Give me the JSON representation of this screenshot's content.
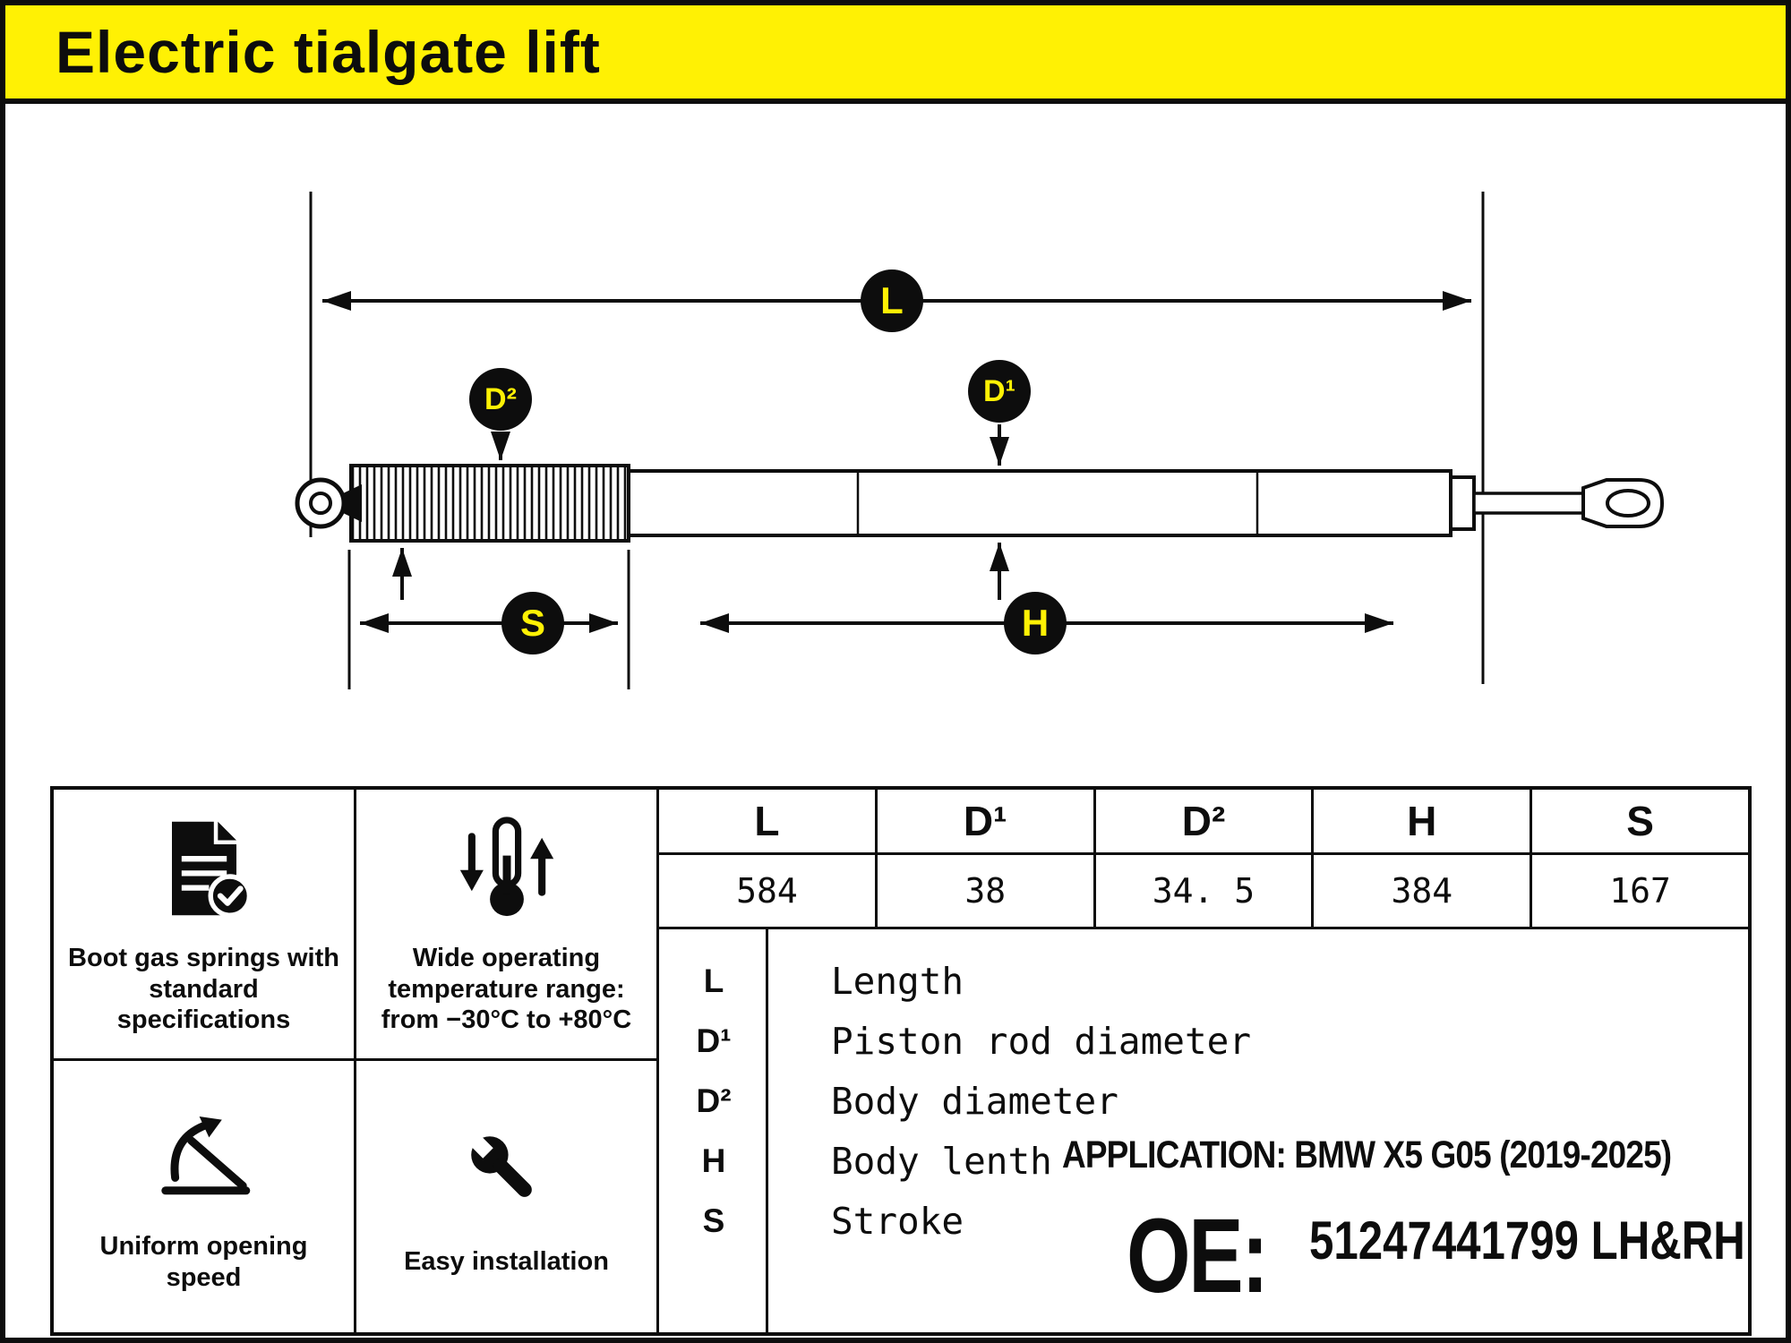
{
  "header": {
    "title": "Electric tialgate lift"
  },
  "colors": {
    "accent_yellow": "#FFF104",
    "ink": "#0d0d0d"
  },
  "diagram": {
    "badges": {
      "L": "L",
      "D1": "D¹",
      "D2": "D²",
      "S": "S",
      "H": "H"
    }
  },
  "features": [
    {
      "icon": "document-check-icon",
      "caption": "Boot gas springs with standard specifications"
    },
    {
      "icon": "thermometer-range-icon",
      "caption": "Wide operating temperature range: from −30°C to +80°C"
    },
    {
      "icon": "opening-angle-icon",
      "caption": "Uniform opening speed"
    },
    {
      "icon": "wrench-icon",
      "caption": "Easy installation"
    }
  ],
  "spec_table": {
    "headers": [
      "L",
      "D¹",
      "D²",
      "H",
      "S"
    ],
    "values": [
      "584",
      "38",
      "34. 5",
      "384",
      "167"
    ]
  },
  "legend": [
    {
      "key": "L",
      "desc": "Length"
    },
    {
      "key": "D¹",
      "desc": "Piston rod diameter"
    },
    {
      "key": "D²",
      "desc": "Body diameter"
    },
    {
      "key": "H",
      "desc": "Body lenth"
    },
    {
      "key": "S",
      "desc": "Stroke"
    }
  ],
  "application": "APPLICATION: BMW X5 G05 (2019-2025)",
  "oe": {
    "label": "OE:",
    "number": "51247441799  LH&RH"
  }
}
